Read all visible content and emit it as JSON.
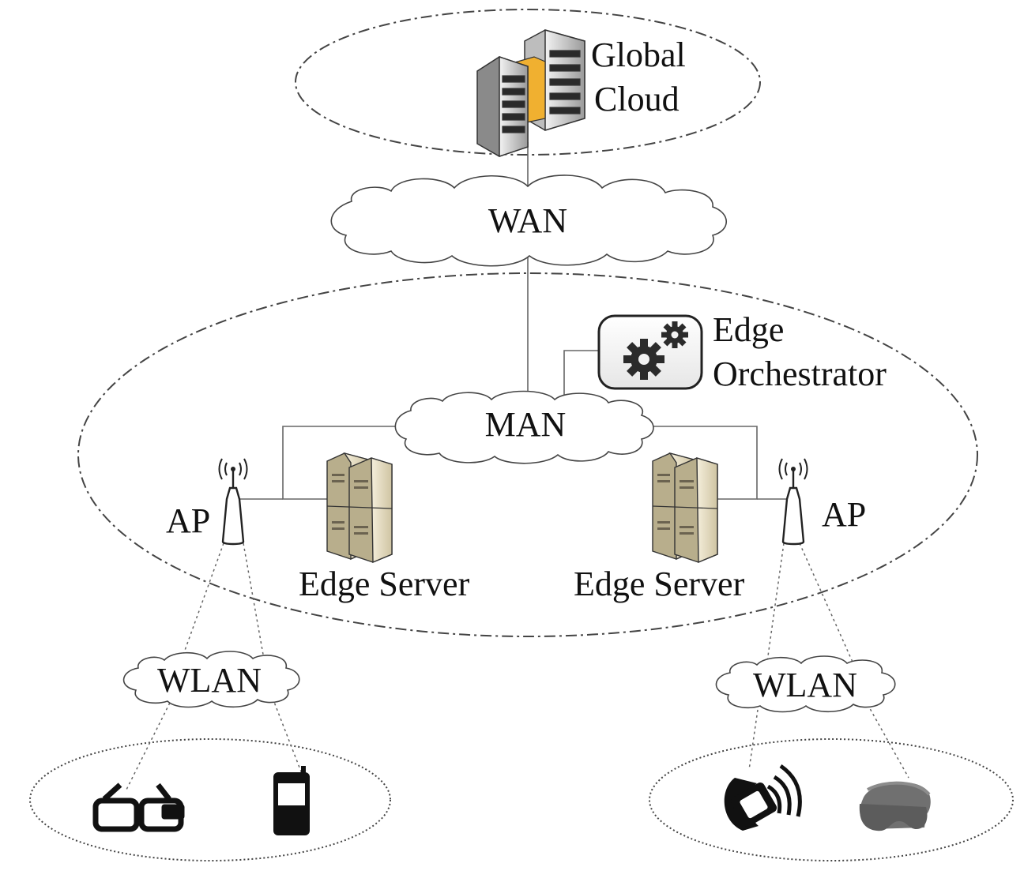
{
  "labels": {
    "global_cloud_line1": "Global",
    "global_cloud_line2": "Cloud",
    "wan": "WAN",
    "man": "MAN",
    "edge_orchestrator_line1": "Edge",
    "edge_orchestrator_line2": "Orchestrator",
    "ap_left": "AP",
    "ap_right": "AP",
    "edge_server_left": "Edge Server",
    "edge_server_right": "Edge Server",
    "wlan_left": "WLAN",
    "wlan_right": "WLAN"
  },
  "devices_left": [
    "smart-glasses-icon",
    "mobile-phone-icon"
  ],
  "devices_right": [
    "smartwatch-icon",
    "vr-headset-icon"
  ],
  "colors": {
    "line": "#555555",
    "icon_dark": "#1a1a1a",
    "server_light": "#e8e0c8",
    "server_body": "#d8cfb2",
    "cloud_server_accent": "#f0b030",
    "vr_grey": "#707070"
  }
}
